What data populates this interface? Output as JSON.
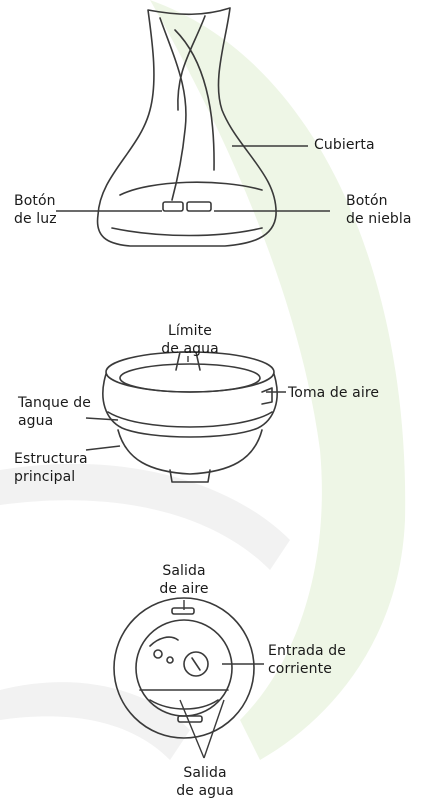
{
  "diagrams": [
    {
      "name": "humidificador-vista-frontal",
      "labels": {
        "cubierta": [
          "Cubierta"
        ],
        "boton_luz": [
          "Botón",
          "de luz"
        ],
        "boton_niebla": [
          "Botón",
          "de niebla"
        ]
      }
    },
    {
      "name": "humidificador-vista-abierta",
      "labels": {
        "limite_agua": [
          "Límite",
          "de agua"
        ],
        "toma_aire": [
          "Toma de aire"
        ],
        "tanque_agua": [
          "Tanque de",
          "agua"
        ],
        "estructura": [
          "Estructura",
          "principal"
        ]
      }
    },
    {
      "name": "humidificador-vista-inferior",
      "labels": {
        "salida_aire": [
          "Salida",
          "de aire"
        ],
        "entrada_corriente": [
          "Entrada de",
          "corriente"
        ],
        "salida_agua": [
          "Salida",
          "de agua"
        ]
      }
    }
  ],
  "colors": {
    "background_swoosh_green": "#eef6e6",
    "background_swoosh_gray": "#f1f1f1",
    "line": "#3a3a3a"
  }
}
